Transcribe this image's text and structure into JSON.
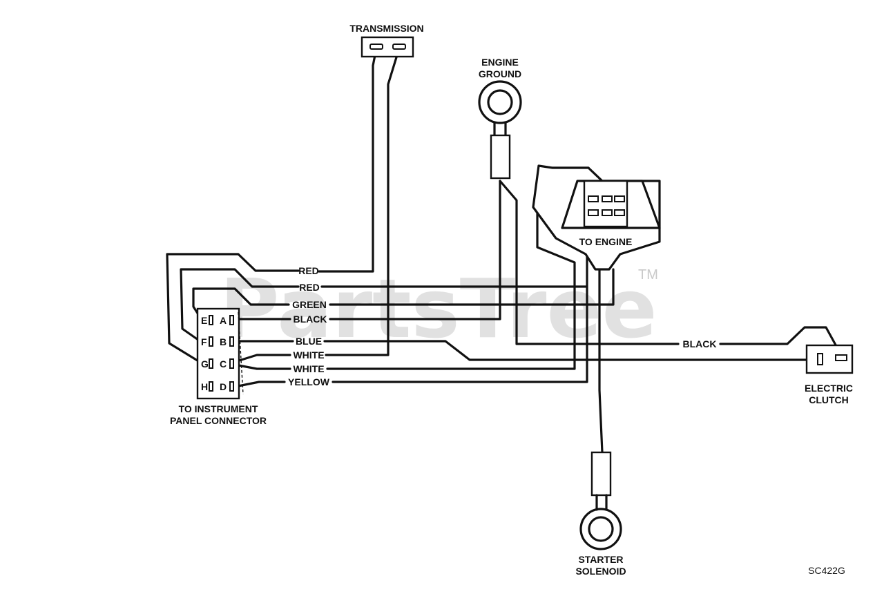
{
  "watermark": {
    "text": "PartsTree",
    "tm": "TM"
  },
  "components": {
    "transmission": "TRANSMISSION",
    "engine_ground_1": "ENGINE",
    "engine_ground_2": "GROUND",
    "to_engine": "TO ENGINE",
    "electric_clutch_1": "ELECTRIC",
    "electric_clutch_2": "CLUTCH",
    "starter_solenoid_1": "STARTER",
    "starter_solenoid_2": "SOLENOID",
    "instrument_panel_1": "TO INSTRUMENT",
    "instrument_panel_2": "PANEL CONNECTOR"
  },
  "connector_pins": [
    "E",
    "F",
    "G",
    "H",
    "A",
    "B",
    "C",
    "D"
  ],
  "wires": {
    "red_1": "RED",
    "red_2": "RED",
    "green": "GREEN",
    "black_panel": "BLACK",
    "blue": "BLUE",
    "white_1": "WHITE",
    "white_2": "WHITE",
    "yellow": "YELLOW",
    "black_clutch": "BLACK"
  },
  "drawing_code": "SC422G"
}
